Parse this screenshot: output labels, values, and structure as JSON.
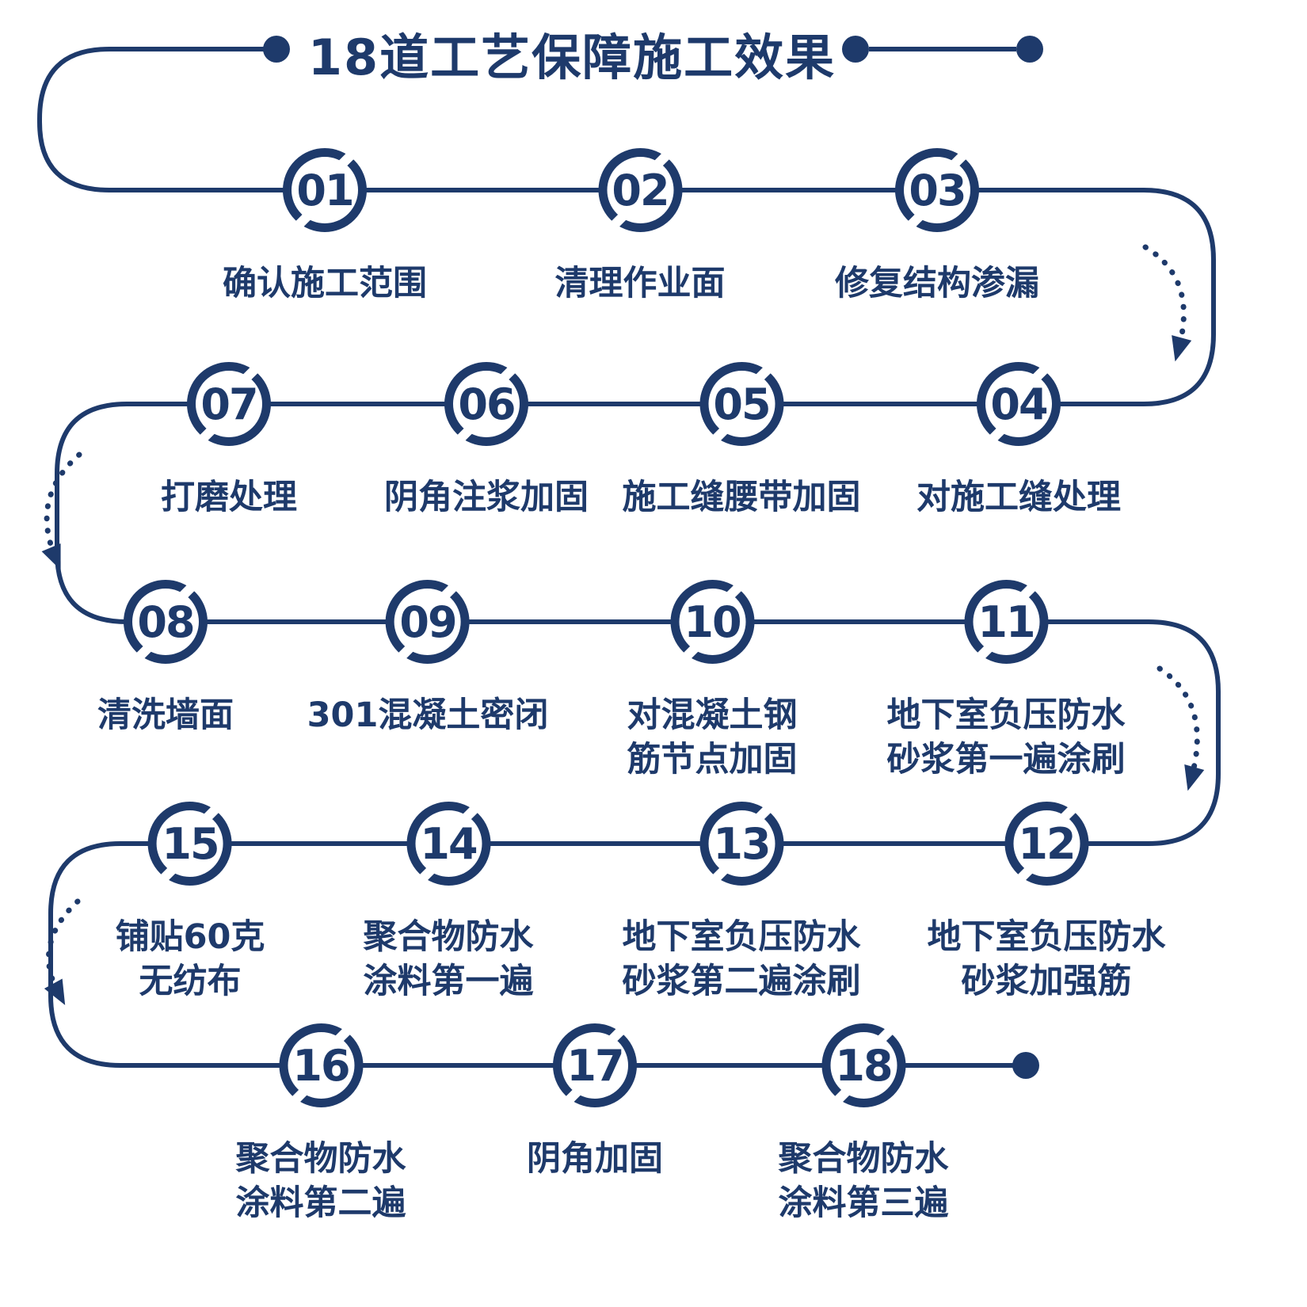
{
  "title": {
    "text": "18道工艺保障施工效果"
  },
  "colors": {
    "navy": "#1e3a6b",
    "background": "#ffffff"
  },
  "steps": [
    {
      "num": "01",
      "label": "确认施工范围"
    },
    {
      "num": "02",
      "label": "清理作业面"
    },
    {
      "num": "03",
      "label": "修复结构渗漏"
    },
    {
      "num": "04",
      "label": "对施工缝处理"
    },
    {
      "num": "05",
      "label": "施工缝腰带加固"
    },
    {
      "num": "06",
      "label": "阴角注浆加固"
    },
    {
      "num": "07",
      "label": "打磨处理"
    },
    {
      "num": "08",
      "label": "清洗墙面"
    },
    {
      "num": "09",
      "label": "301混凝土密闭"
    },
    {
      "num": "10",
      "label": "对混凝土钢\n筋节点加固"
    },
    {
      "num": "11",
      "label": "地下室负压防水\n砂浆第一遍涂刷"
    },
    {
      "num": "12",
      "label": "地下室负压防水\n砂浆加强筋"
    },
    {
      "num": "13",
      "label": "地下室负压防水\n砂浆第二遍涂刷"
    },
    {
      "num": "14",
      "label": "聚合物防水\n涂料第一遍"
    },
    {
      "num": "15",
      "label": "铺贴60克\n无纺布"
    },
    {
      "num": "16",
      "label": "聚合物防水\n涂料第二遍"
    },
    {
      "num": "17",
      "label": "阴角加固"
    },
    {
      "num": "18",
      "label": "聚合物防水\n涂料第三遍"
    }
  ]
}
